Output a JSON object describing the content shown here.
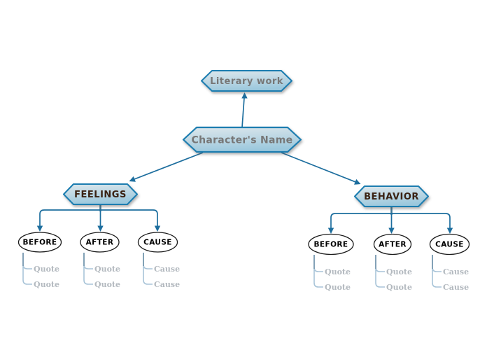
{
  "nodes": {
    "literary_work": "Literary work",
    "character_name": "Character's Name"
  },
  "branches": [
    {
      "label": "FEELINGS",
      "children": [
        {
          "label": "BEFORE",
          "items": [
            "Quote",
            "Quote"
          ]
        },
        {
          "label": "AFTER",
          "items": [
            "Quote",
            "Quote"
          ]
        },
        {
          "label": "CAUSE",
          "items": [
            "Cause",
            "Cause"
          ]
        }
      ]
    },
    {
      "label": "BEHAVIOR",
      "children": [
        {
          "label": "BEFORE",
          "items": [
            "Quote",
            "Quote"
          ]
        },
        {
          "label": "AFTER",
          "items": [
            "Quote",
            "Quote"
          ]
        },
        {
          "label": "CAUSE",
          "items": [
            "Cause",
            "Cause"
          ]
        }
      ]
    }
  ],
  "colors": {
    "node_border": "#1a7db0",
    "node_fill_top": "#dde7ec",
    "node_fill_mid": "#bfd8e4",
    "node_fill_bottom": "#9cc8dd",
    "root_text": "#777777",
    "branch_text": "#3a2213",
    "child_text": "#000000",
    "item_text": "#b3b9bf",
    "connector": "#1d6e9e",
    "stub": "#3e7795",
    "item_line": "#a8c4d8",
    "item_line_dark": "#7193ab",
    "background": "#ffffff"
  }
}
